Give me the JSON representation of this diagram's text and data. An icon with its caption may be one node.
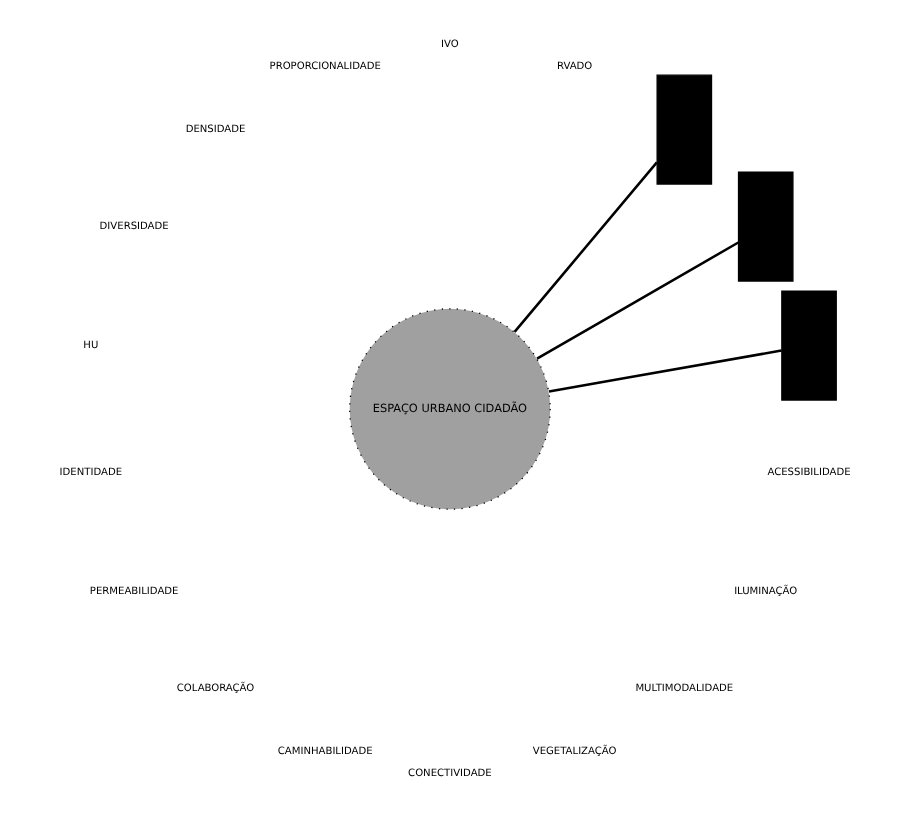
{
  "diagram": {
    "nodes": [
      {
        "text": [
          "ESPAÇO URBANO CIDADÃO"
        ]
      },
      {
        "text": [],
        "shape": "box"
      },
      {
        "text": [],
        "shape": "box"
      },
      {
        "text": [],
        "shape": "box"
      }
    ],
    "edges": [
      {
        "from": 0,
        "to": 1,
        "arrow": "none"
      },
      {
        "from": 0,
        "to": 2,
        "arrow": "none"
      },
      {
        "from": 0,
        "to": 3,
        "arrow": "none"
      }
    ],
    "labels": [
      "RVADO",
      "IVO",
      "PROPORCIONALIDADE",
      "DENSIDADE",
      "DIVERSIDADE",
      "HU",
      "IDENTIDADE",
      "PERMEABILIDADE",
      "COLABORAÇÃO",
      "CAMINHABILIDADE",
      "CONECTIVIDADE",
      "VEGETALIZAÇÃO",
      "MULTIMODALIDADE",
      "ILUMINAÇÃO",
      "ACESSIBILIDADE"
    ]
  }
}
